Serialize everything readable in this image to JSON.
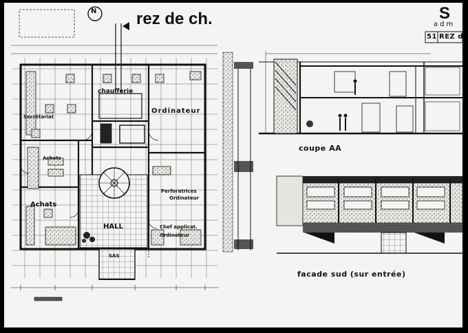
{
  "drawing": {
    "plan_title": "rez de ch.",
    "corner_letter": "S",
    "corner_sub": "adm",
    "sheet_number": "51",
    "sheet_code": "REZ d",
    "section_title": "coupe AA",
    "facade_title": "facade sud (sur entrée)",
    "north_mark": "N"
  },
  "rooms": {
    "chaufferie": "chaufferie",
    "ordinateur": "Ordinateur",
    "secretariat": "Secrétariat",
    "achats_top": "Achats",
    "achats": "Achats",
    "hall": "HALL",
    "sas": "SAS",
    "perforatrices": "Perforatrices",
    "ordinateur_small": "Ordinateur",
    "chef_applications": "Chef applicat.",
    "ordinateur_lower": "Ordinateur"
  }
}
